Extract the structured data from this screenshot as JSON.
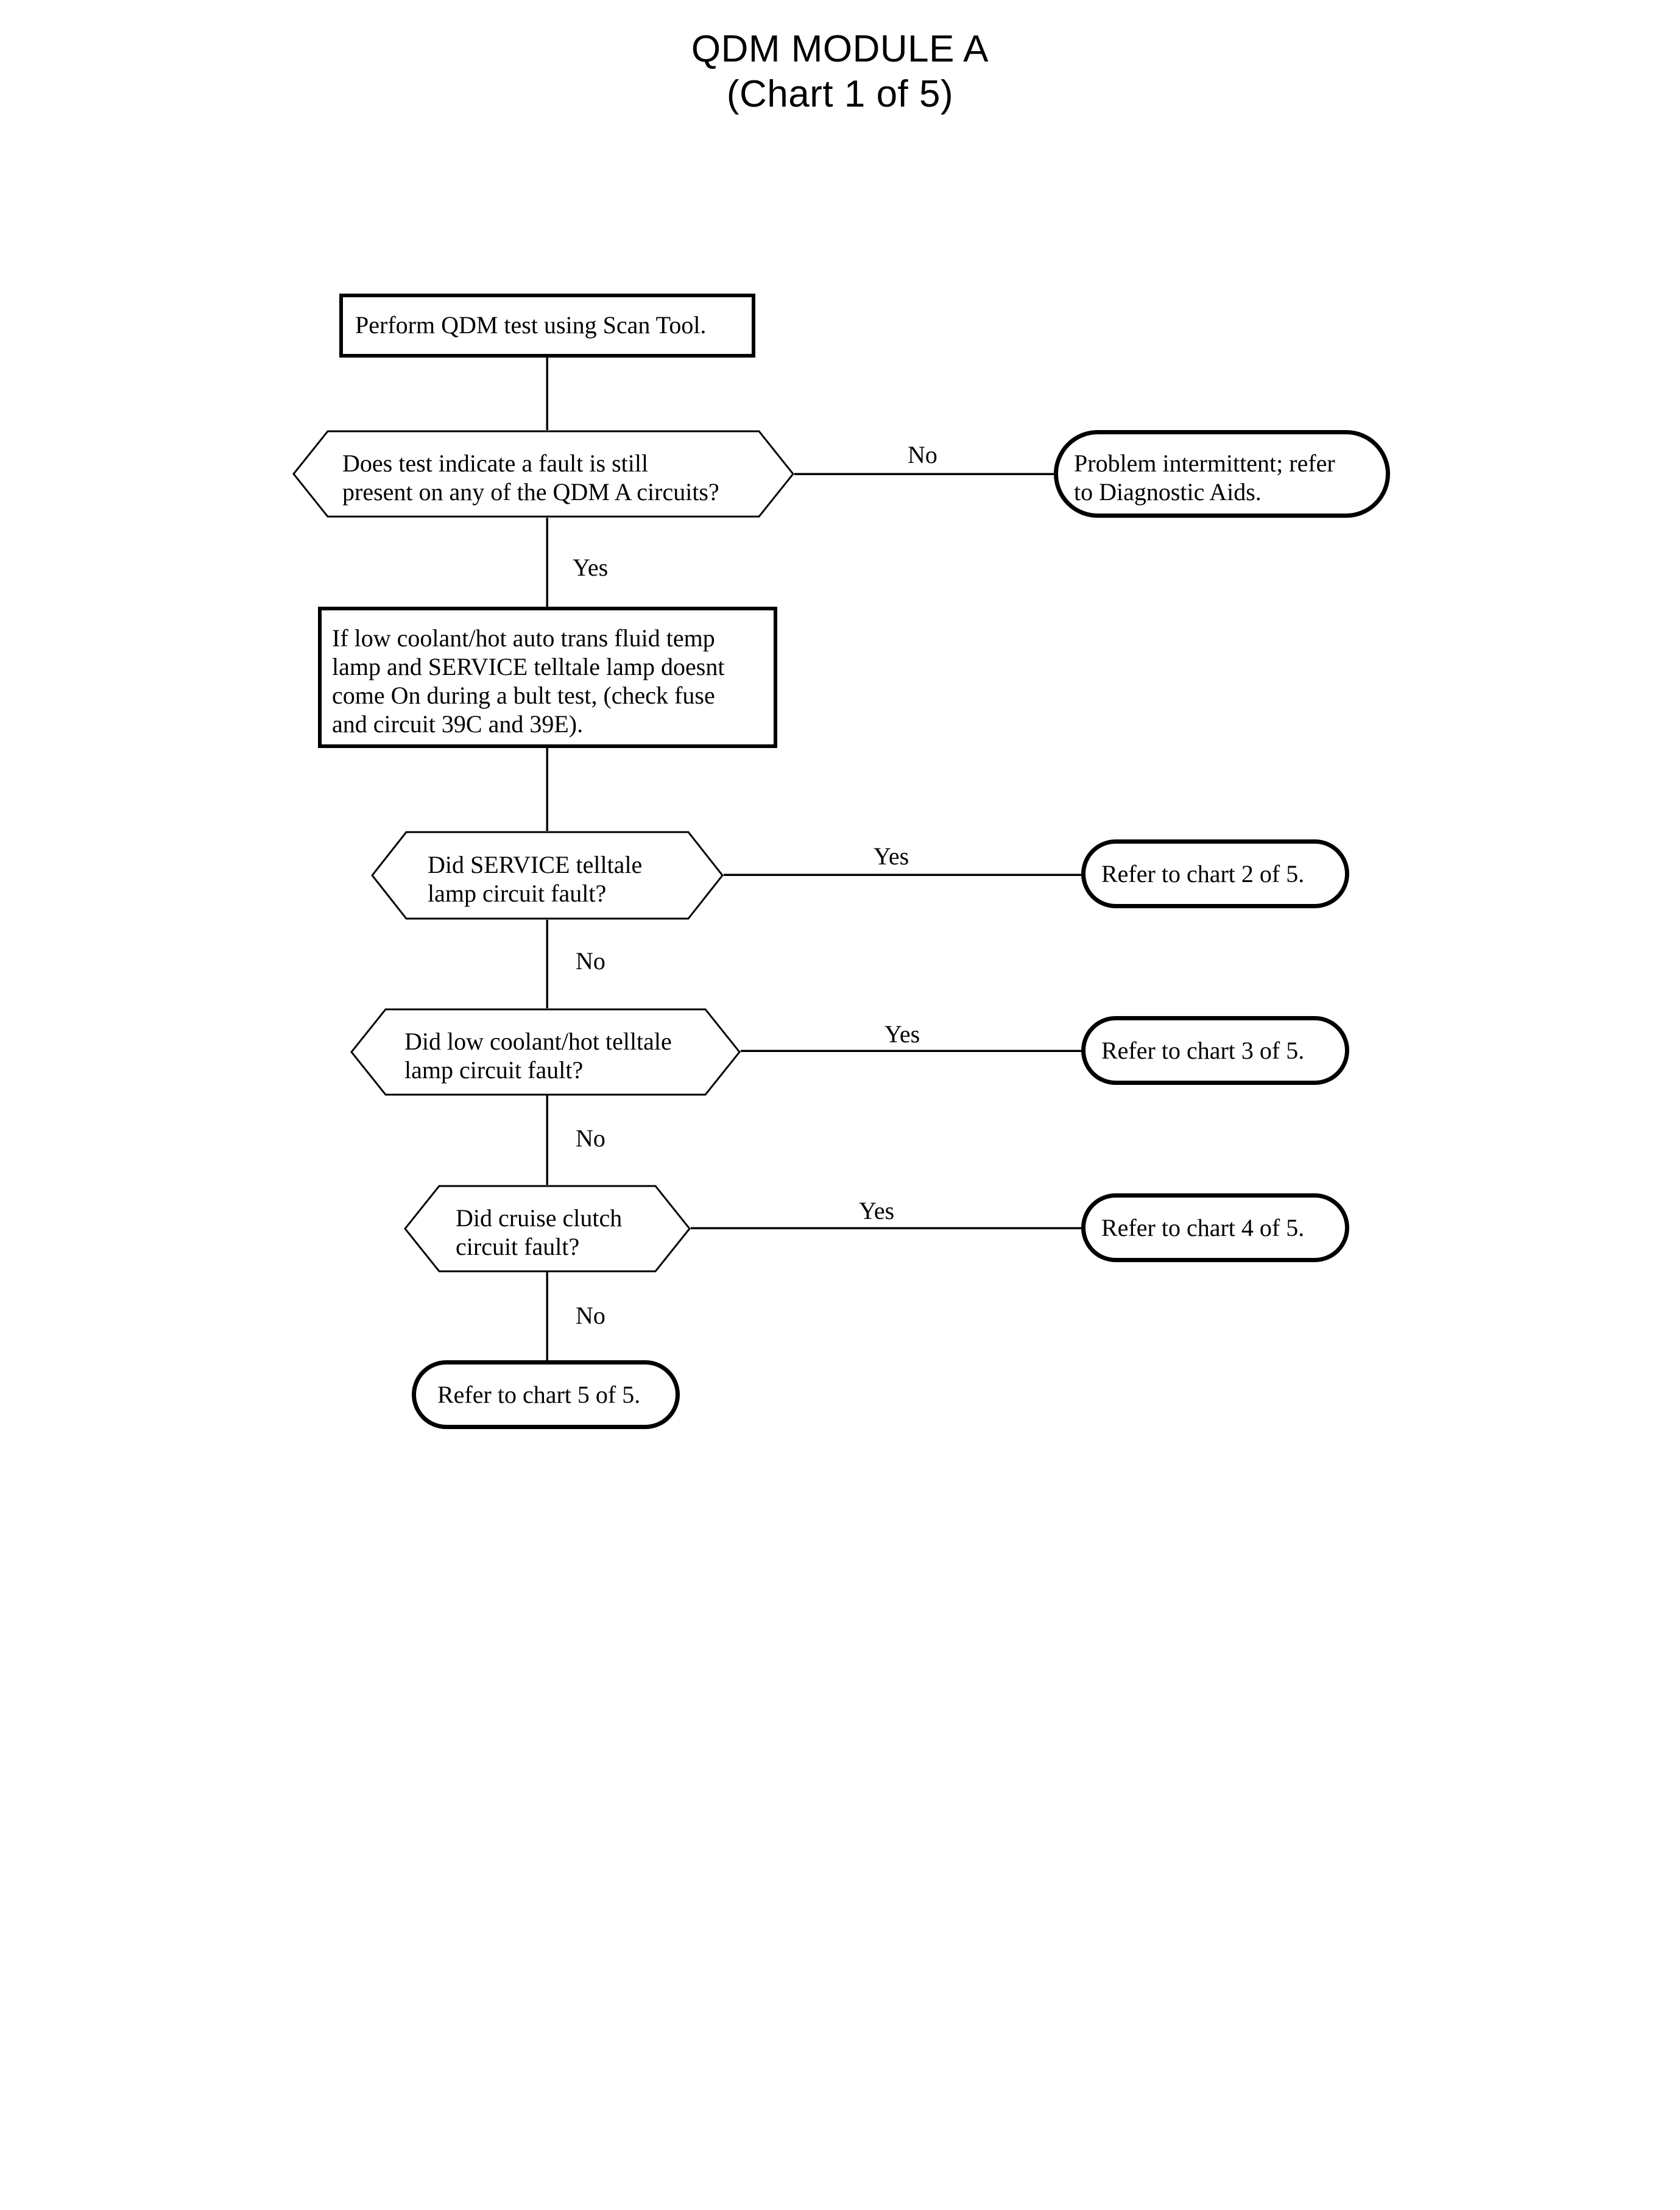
{
  "title": {
    "line1": "QDM MODULE A",
    "line2": "(Chart 1 of 5)"
  },
  "chart_data": {
    "type": "flowchart",
    "title": "QDM MODULE A (Chart 1 of 5)",
    "nodes": [
      {
        "id": "n1",
        "shape": "process",
        "text": "Perform QDM test using Scan Tool."
      },
      {
        "id": "n2",
        "shape": "decision",
        "text": "Does test indicate a fault is still\npresent on any of the QDM A circuits?"
      },
      {
        "id": "n3",
        "shape": "terminator",
        "text": "Problem intermittent; refer\nto Diagnostic Aids."
      },
      {
        "id": "n4",
        "shape": "process",
        "text": "If low coolant/hot auto trans fluid temp\nlamp and SERVICE telltale lamp doesnt\ncome On during a bult test, (check fuse\nand circuit 39C and 39E)."
      },
      {
        "id": "n5",
        "shape": "decision",
        "text": "Did SERVICE telltale\nlamp circuit fault?"
      },
      {
        "id": "n6",
        "shape": "terminator",
        "text": "Refer to chart 2 of 5."
      },
      {
        "id": "n7",
        "shape": "decision",
        "text": "Did low coolant/hot telltale\nlamp circuit fault?"
      },
      {
        "id": "n8",
        "shape": "terminator",
        "text": "Refer to chart 3 of 5."
      },
      {
        "id": "n9",
        "shape": "decision",
        "text": "Did cruise clutch\ncircuit fault?"
      },
      {
        "id": "n10",
        "shape": "terminator",
        "text": "Refer to chart 4 of 5."
      },
      {
        "id": "n11",
        "shape": "terminator",
        "text": "Refer to chart 5 of 5."
      }
    ],
    "edges": [
      {
        "from": "n1",
        "to": "n2",
        "label": ""
      },
      {
        "from": "n2",
        "to": "n3",
        "label": "No"
      },
      {
        "from": "n2",
        "to": "n4",
        "label": "Yes"
      },
      {
        "from": "n4",
        "to": "n5",
        "label": ""
      },
      {
        "from": "n5",
        "to": "n6",
        "label": "Yes"
      },
      {
        "from": "n5",
        "to": "n7",
        "label": "No"
      },
      {
        "from": "n7",
        "to": "n8",
        "label": "Yes"
      },
      {
        "from": "n7",
        "to": "n9",
        "label": "No"
      },
      {
        "from": "n9",
        "to": "n10",
        "label": "Yes"
      },
      {
        "from": "n9",
        "to": "n11",
        "label": "No"
      }
    ],
    "colors": {
      "background": "#ffffff",
      "stroke": "#000000",
      "text": "#000000"
    }
  },
  "nodes": {
    "n1": {
      "text": "Perform QDM test using Scan Tool."
    },
    "n2": {
      "text": "Does test indicate a fault is still\npresent on any of the QDM A circuits?"
    },
    "n3": {
      "text": "Problem intermittent; refer\nto Diagnostic Aids."
    },
    "n4": {
      "text": "If low coolant/hot auto trans fluid temp\nlamp and SERVICE telltale lamp doesnt\ncome On during a bult test, (check fuse\nand circuit 39C and 39E)."
    },
    "n5": {
      "text": "Did SERVICE telltale\nlamp circuit fault?"
    },
    "n6": {
      "text": "Refer to chart 2 of 5."
    },
    "n7": {
      "text": "Did low coolant/hot telltale\nlamp circuit fault?"
    },
    "n8": {
      "text": "Refer to chart 3 of 5."
    },
    "n9": {
      "text": "Did cruise clutch\ncircuit fault?"
    },
    "n10": {
      "text": "Refer to chart 4 of 5."
    },
    "n11": {
      "text": "Refer to chart 5 of 5."
    }
  },
  "edge_labels": {
    "e1_no": "No",
    "e1_yes": "Yes",
    "e2_yes": "Yes",
    "e2_no": "No",
    "e3_yes": "Yes",
    "e3_no": "No",
    "e4_yes": "Yes",
    "e4_no": "No"
  }
}
